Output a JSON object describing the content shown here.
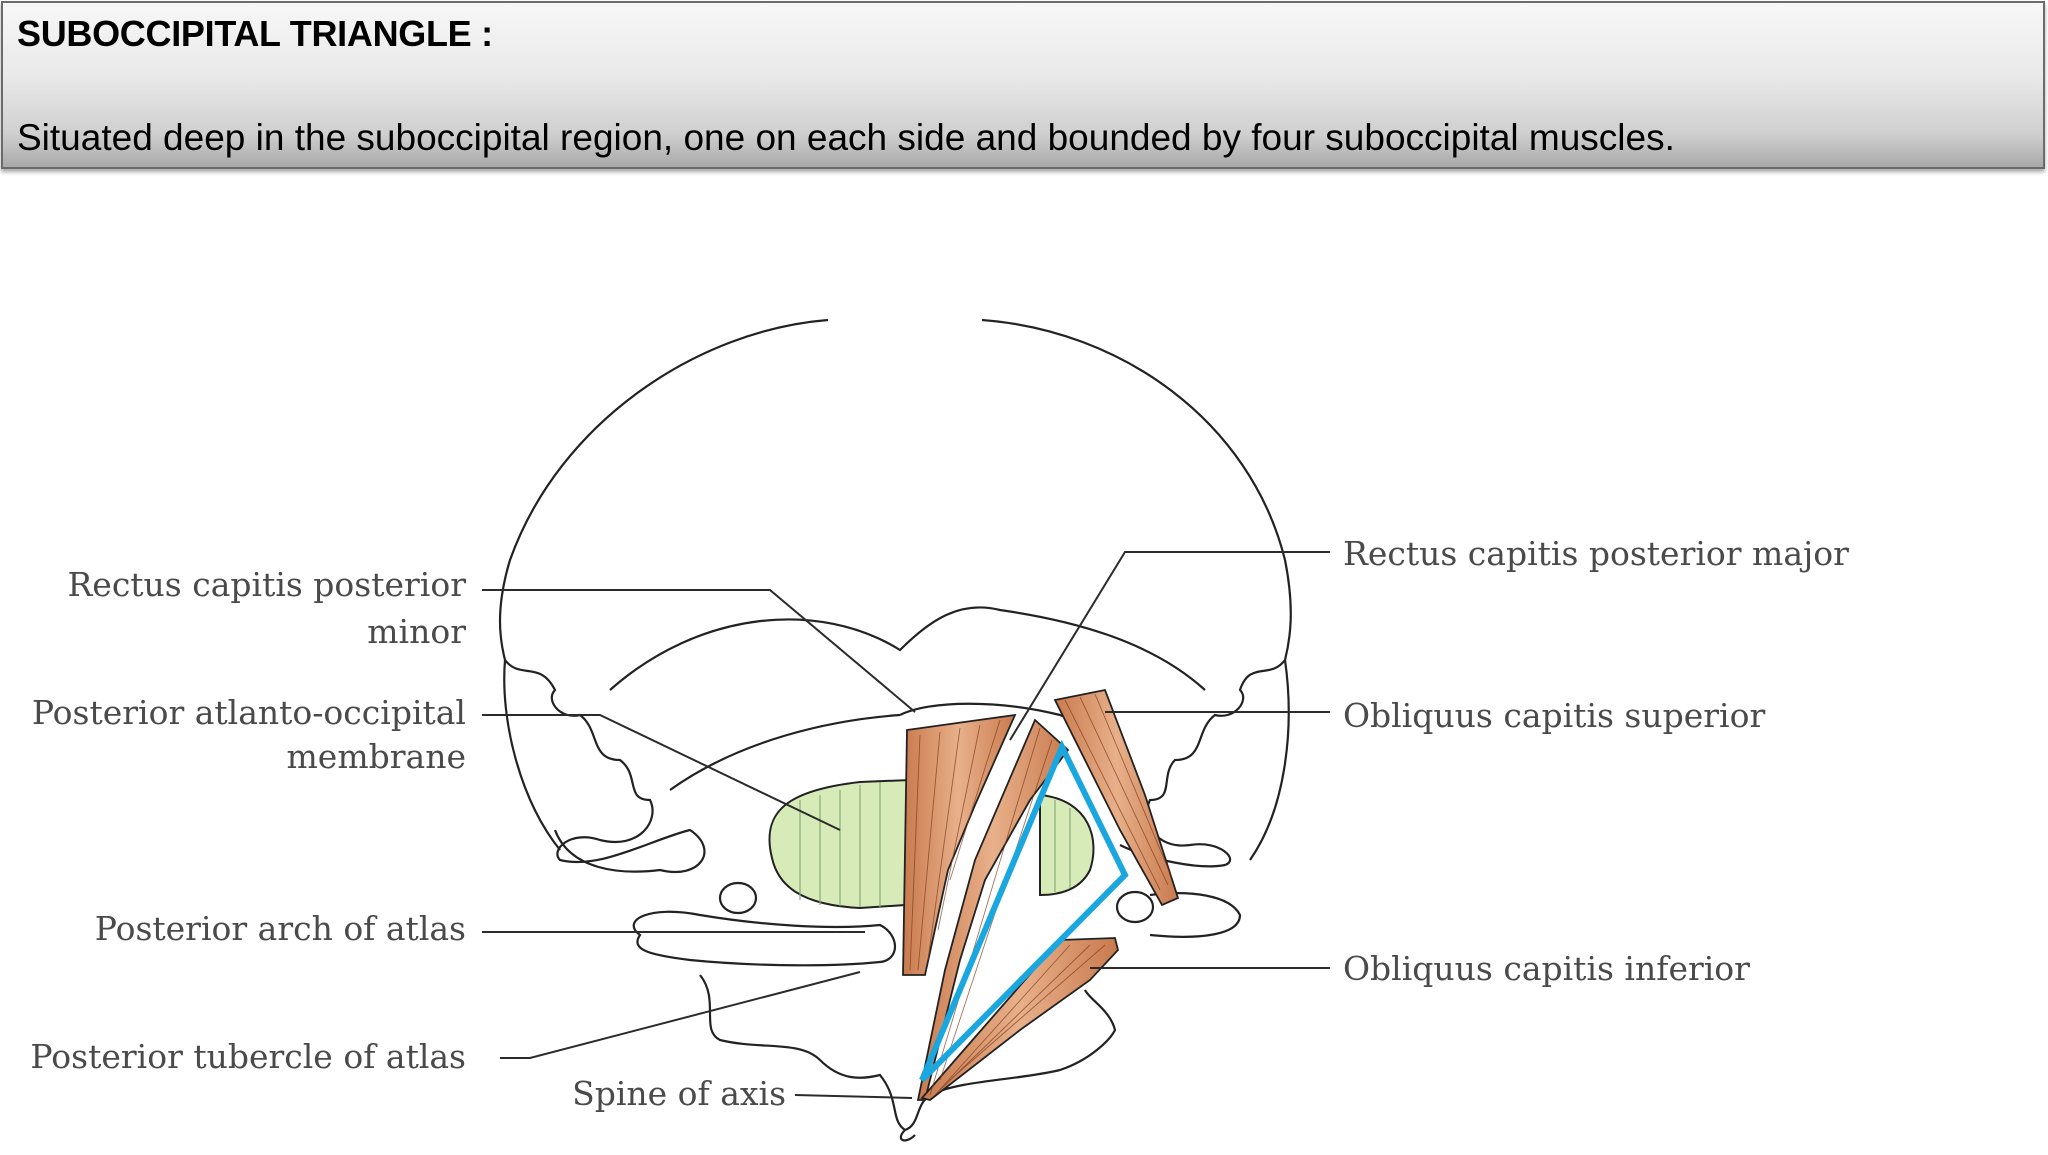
{
  "header": {
    "title": "SUBOCCIPITAL TRIANGLE :",
    "subtitle": "Situated deep in the suboccipital region, one on each side  and bounded by four suboccipital muscles."
  },
  "labels": {
    "rcp_minor_line1": "Rectus capitis posterior",
    "rcp_minor_line2": "minor",
    "membrane_line1": "Posterior atlanto-occipital",
    "membrane_line2": "membrane",
    "posterior_arch": "Posterior arch of atlas",
    "posterior_tubercle": "Posterior tubercle of atlas",
    "spine_axis": "Spine of axis",
    "rcp_major": "Rectus capitis posterior major",
    "oc_superior": "Obliquus capitis superior",
    "oc_inferior": "Obliquus capitis inferior"
  },
  "colors": {
    "triangle_outline": "#1aa7e0",
    "muscle": "#d9956a",
    "membrane": "#d6ebb8"
  }
}
